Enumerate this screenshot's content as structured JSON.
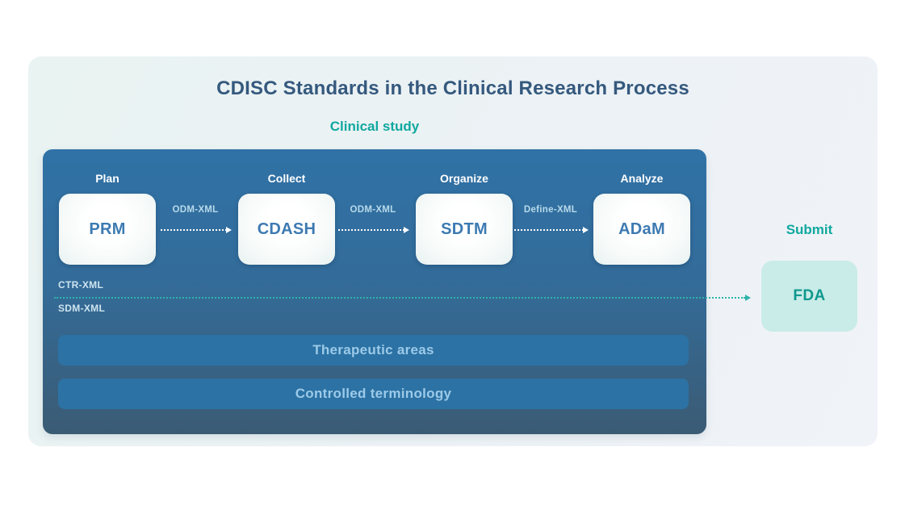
{
  "title": "CDISC Standards in the Clinical Research Process",
  "clinical_study": {
    "label": "Clinical study"
  },
  "panel": {
    "stages": [
      {
        "phase": "Plan",
        "standard": "PRM"
      },
      {
        "phase": "Collect",
        "standard": "CDASH"
      },
      {
        "phase": "Organize",
        "standard": "SDTM"
      },
      {
        "phase": "Analyze",
        "standard": "ADaM"
      }
    ],
    "connectors": [
      {
        "label": "ODM-XML"
      },
      {
        "label": "ODM-XML"
      },
      {
        "label": "Define-XML"
      }
    ],
    "export_labels": {
      "ctr": "CTR-XML",
      "sdm": "SDM-XML"
    },
    "bars": [
      {
        "label": "Therapeutic areas"
      },
      {
        "label": "Controlled terminology"
      }
    ]
  },
  "submit": {
    "label": "Submit",
    "target": "FDA"
  },
  "colors": {
    "accent_teal": "#10a89f",
    "title_blue": "#35597e",
    "panel_blue_top": "#3072a6",
    "panel_blue_bottom": "#3b5b74",
    "bar_blue": "#2c72a4",
    "standard_text_blue": "#3d7ab2",
    "flow_line_teal": "#2fb3aa",
    "fda_box_teal": "#c9ece8",
    "fda_text_teal": "#0f978d"
  }
}
